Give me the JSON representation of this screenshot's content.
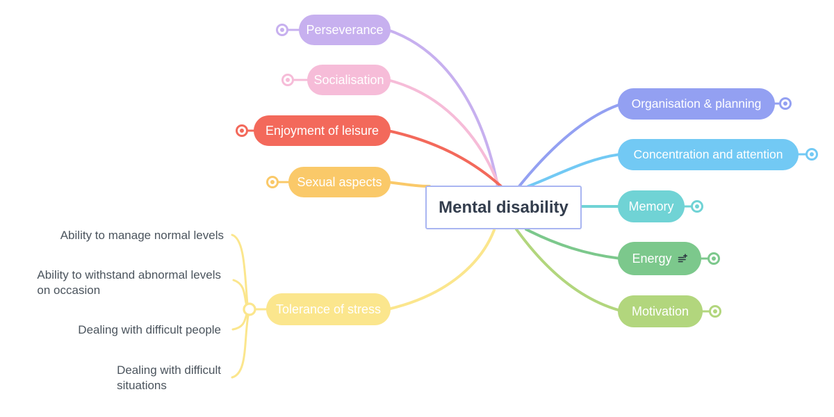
{
  "root": {
    "label": "Mental disability",
    "border_color": "#a9b5f1",
    "text_color": "#333d4d"
  },
  "branches_left": [
    {
      "label": "Perseverance",
      "color": "#c7b0ef"
    },
    {
      "label": "Socialisation",
      "color": "#f6bcd8"
    },
    {
      "label": "Enjoyment of leisure",
      "color": "#f3695b"
    },
    {
      "label": "Sexual aspects",
      "color": "#fac969"
    },
    {
      "label": "Tolerance of stress",
      "color": "#fbe68d",
      "children": [
        {
          "label": "Ability to manage normal levels"
        },
        {
          "label": "Ability to withstand abnormal levels\non occasion"
        },
        {
          "label": "Dealing with difficult people"
        },
        {
          "label": "Dealing with difficult\nsituations"
        }
      ]
    }
  ],
  "branches_right": [
    {
      "label": "Organisation & planning",
      "color": "#93a0f2"
    },
    {
      "label": "Concentration and attention",
      "color": "#72c9f4"
    },
    {
      "label": "Memory",
      "color": "#70d3d5"
    },
    {
      "label": "Energy",
      "color": "#7cc88c",
      "icon": "note-icon"
    },
    {
      "label": "Motivation",
      "color": "#b2d67d"
    }
  ],
  "child_text_color": "#4b545d",
  "note_icon_color": "#2b3540"
}
